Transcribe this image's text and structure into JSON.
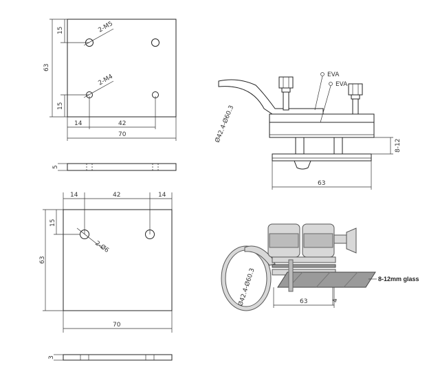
{
  "plate1": {
    "dim_15_top": "15",
    "label_m5": "2-M5",
    "label_m4": "2-M4",
    "dim_63": "63",
    "dim_15_bottom": "15",
    "dim_14": "14",
    "dim_42": "42",
    "dim_70": "70",
    "side_thickness": "5"
  },
  "plate2": {
    "dim_14_left": "14",
    "dim_42": "42",
    "dim_14_right": "14",
    "dim_15": "15",
    "dim_63": "63",
    "label_holes": "2-Ø6",
    "dim_70": "70",
    "side_thickness": "3"
  },
  "clamp_section": {
    "eva_label_1": "EVA",
    "eva_label_2": "EVA",
    "tube_range": "Ø42.4-Ø60.3",
    "glass_range": "8-12",
    "dim_63": "63"
  },
  "clamp_3d": {
    "tube_range": "Ø42.4-Ø60.3",
    "glass_label": "8-12mm glass",
    "dim_63": "63",
    "dim_4": "4"
  }
}
